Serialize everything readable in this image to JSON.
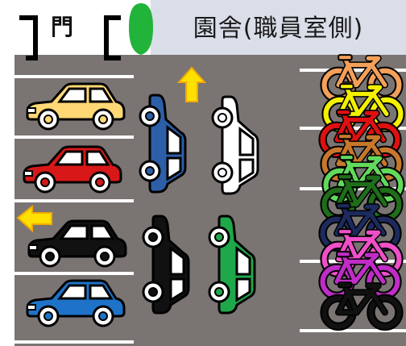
{
  "header": {
    "gate_label": "門",
    "building_label": "園舎(職員室側)"
  },
  "colors": {
    "lot": "#7a7573",
    "building": "#d9dee9",
    "tree": "#22b33a",
    "arrow": "#ffe000"
  },
  "parked_cars_left": [
    {
      "color": "yellow",
      "hex": "#ffd876"
    },
    {
      "color": "red",
      "hex": "#d81818"
    },
    {
      "color": "black",
      "hex": "#111111"
    },
    {
      "color": "blue",
      "hex": "#1e73c8"
    }
  ],
  "middle_cars": [
    {
      "color": "blue",
      "hex": "#2d5fa8"
    },
    {
      "color": "white",
      "hex": "#ffffff"
    },
    {
      "color": "black",
      "hex": "#111111"
    },
    {
      "color": "green",
      "hex": "#1fa84a"
    }
  ],
  "bicycles": [
    {
      "color": "orange",
      "hex": "#f4a05a"
    },
    {
      "color": "yellow",
      "hex": "#f3f000"
    },
    {
      "color": "red",
      "hex": "#e01010"
    },
    {
      "color": "brown",
      "hex": "#c7782b"
    },
    {
      "color": "light-green",
      "hex": "#62d95c"
    },
    {
      "color": "dark-green",
      "hex": "#1f6e1a"
    },
    {
      "color": "navy",
      "hex": "#1d2a5e"
    },
    {
      "color": "pink",
      "hex": "#ef4fc8"
    },
    {
      "color": "magenta",
      "hex": "#c02cc7"
    },
    {
      "color": "black",
      "hex": "#111111"
    }
  ],
  "icons": [
    "gate-icon",
    "tree-icon",
    "arrow-up-icon",
    "arrow-left-icon",
    "car-icon",
    "bicycle-icon"
  ]
}
